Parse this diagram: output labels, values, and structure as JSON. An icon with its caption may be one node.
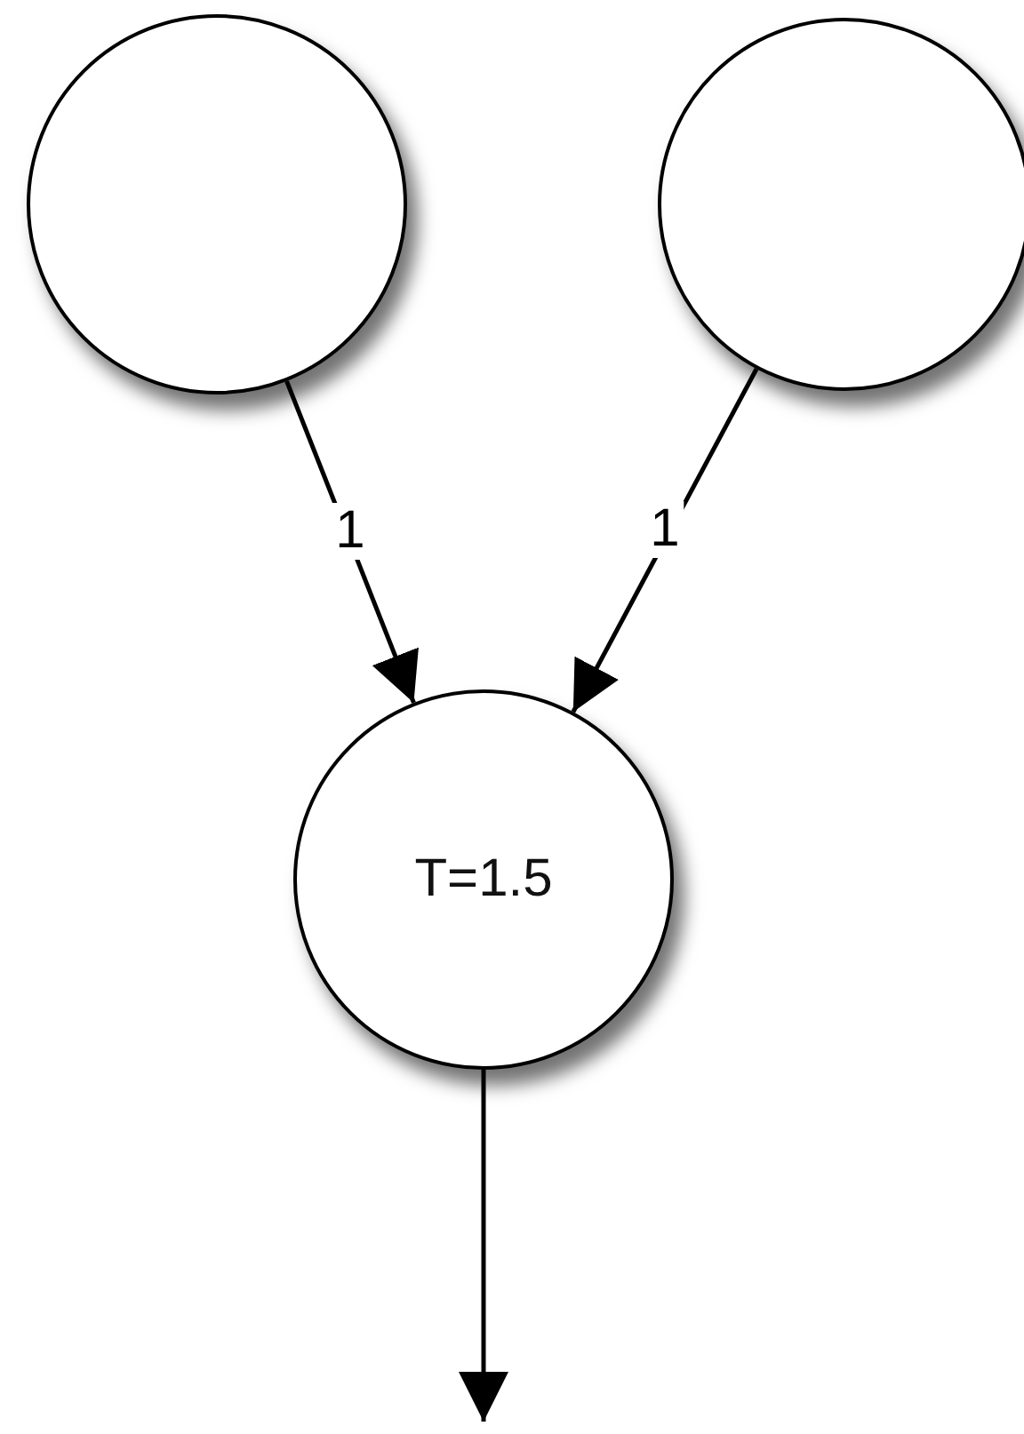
{
  "diagram": {
    "nodes": [
      {
        "text": [],
        "shape": "circle"
      },
      {
        "text": [],
        "shape": "circle"
      },
      {
        "text": [
          "T=1.5"
        ]
      }
    ],
    "edges": [
      {
        "from": 0,
        "to": 2,
        "arrow": "to",
        "label": "1"
      },
      {
        "from": 1,
        "to": 2,
        "arrow": "to",
        "label": "1"
      },
      {
        "from": 2,
        "to": null,
        "arrow": "to"
      }
    ]
  }
}
